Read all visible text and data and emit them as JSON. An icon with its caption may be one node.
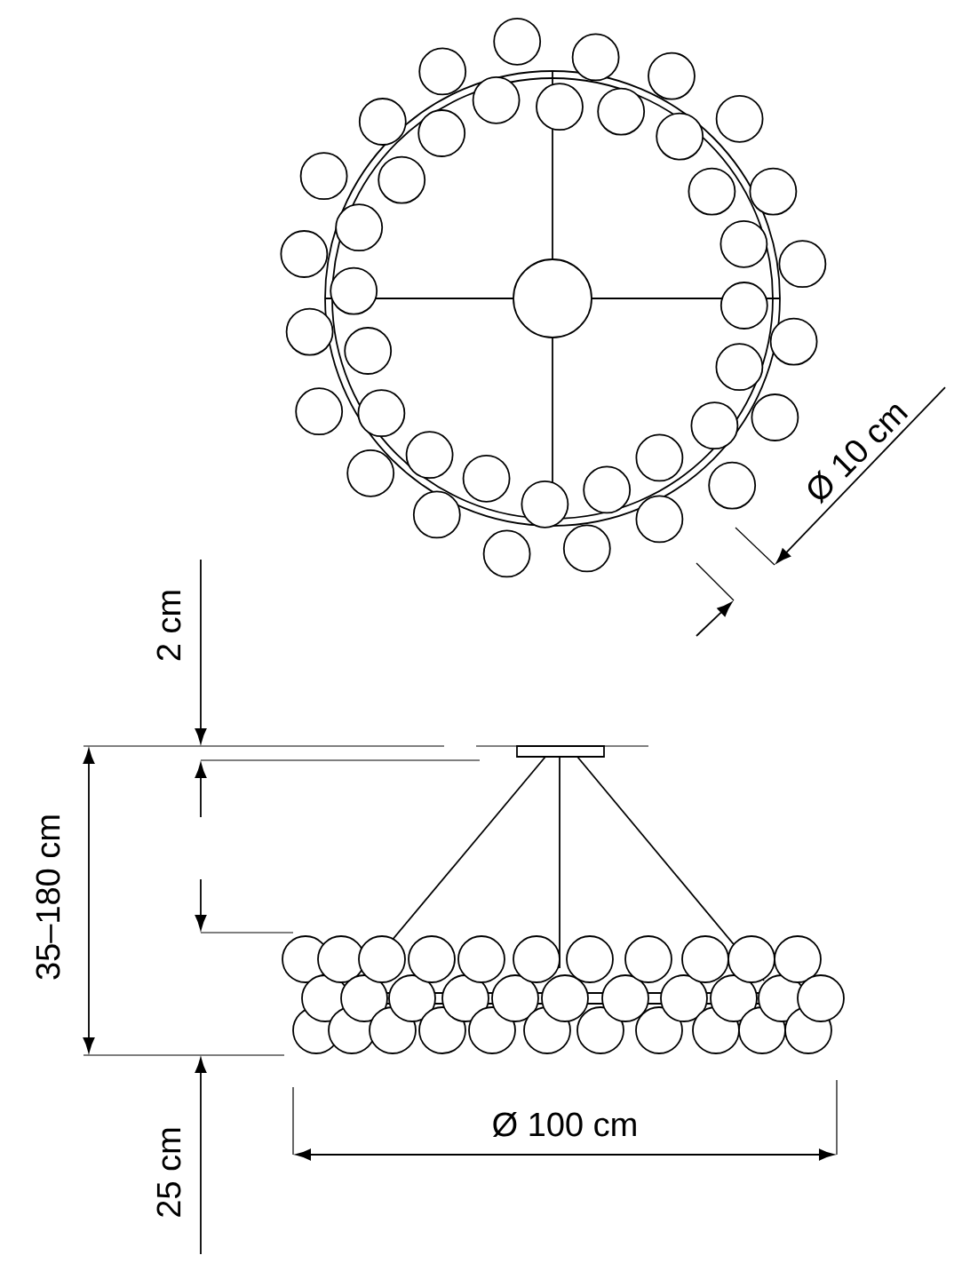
{
  "diagram": {
    "labels": [
      "Ø 10 cm",
      "2 cm",
      "35–180 cm",
      "25 cm",
      "Ø 100 cm"
    ]
  }
}
